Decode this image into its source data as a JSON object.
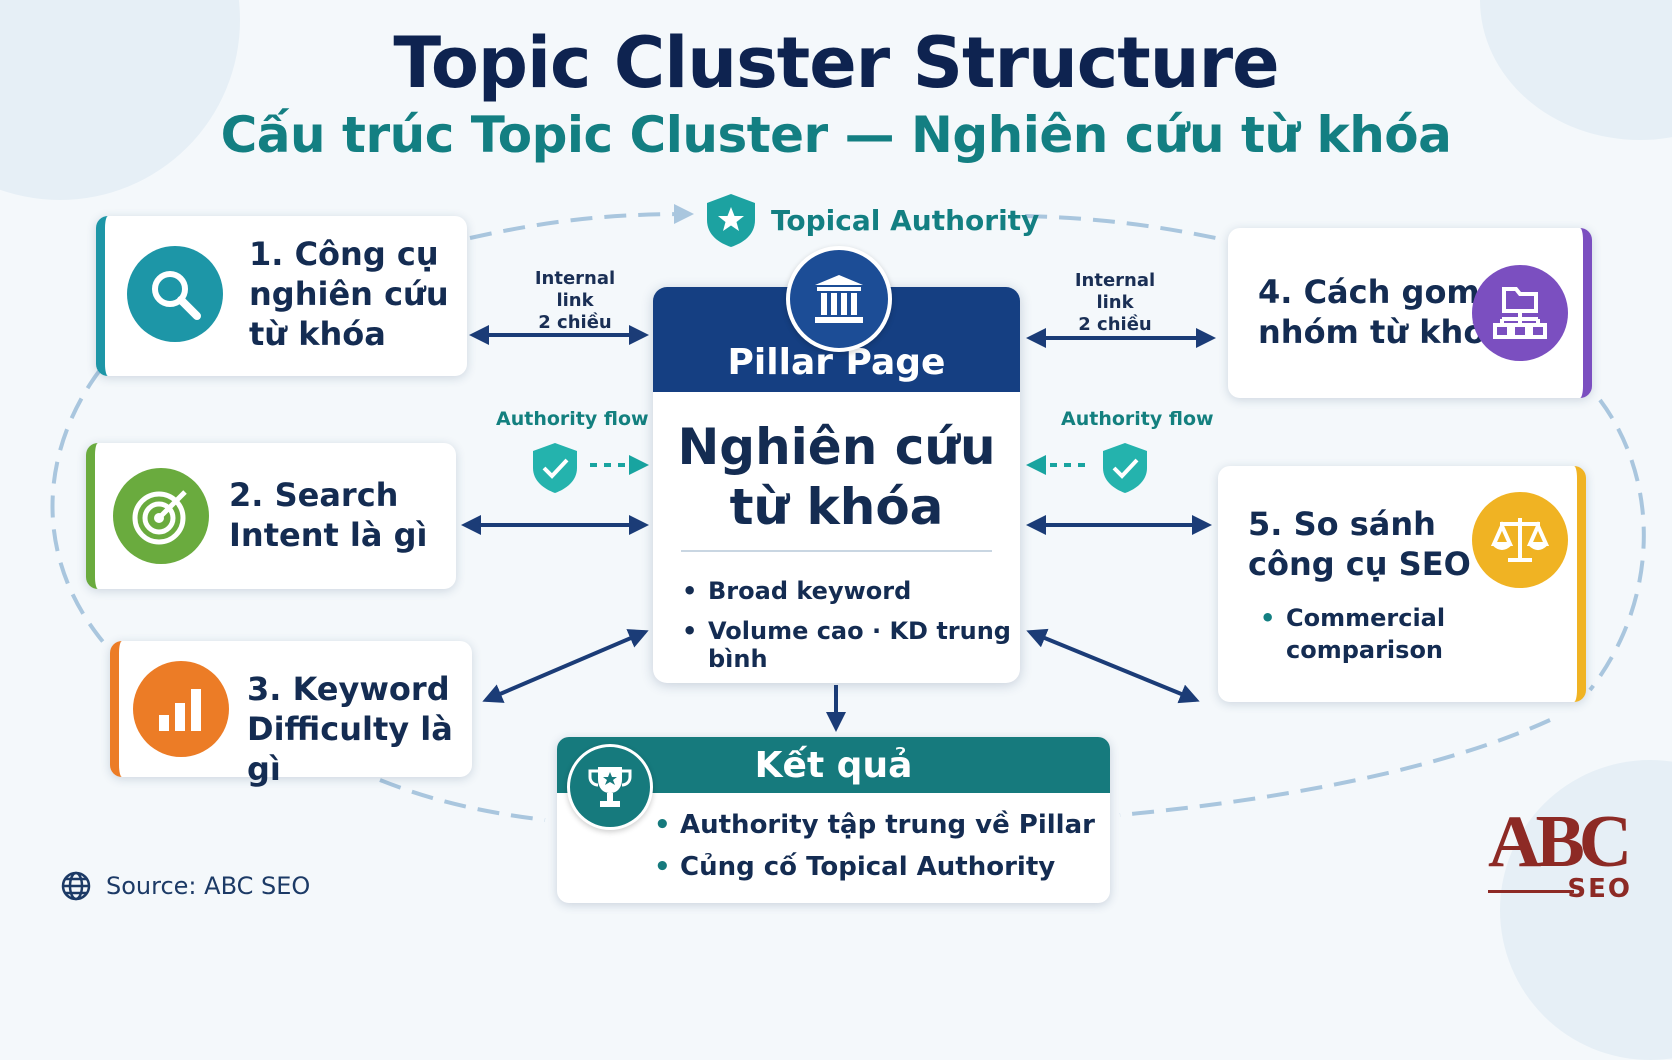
{
  "title": "Topic Cluster Structure",
  "subtitle": "Cấu trúc Topic Cluster — Nghiên cứu từ khóa",
  "topical_authority": "Topical Authority",
  "pillar": {
    "header": "Pillar Page",
    "main": "Nghiên cứu\ntừ khóa",
    "bullets": [
      "Broad keyword",
      "Volume cao · KD trung bình"
    ]
  },
  "clusters": [
    {
      "title": "1. Công cụ\nnghiên cứu\ntừ khóa",
      "color": "#1d96a7",
      "icon": "magnifier-icon"
    },
    {
      "title": "2. Search\nIntent là gì",
      "color": "#6aab3e",
      "icon": "target-icon"
    },
    {
      "title": "3. Keyword\nDifficulty là gì",
      "color": "#ec7c26",
      "icon": "bar-chart-icon"
    },
    {
      "title": "4. Cách gom\nnhóm từ khóa",
      "color": "#7b4fc0",
      "icon": "folder-tree-icon"
    },
    {
      "title": "5. So sánh\ncông cụ SEO",
      "color": "#f0b323",
      "icon": "scales-icon",
      "bullet": "Commercial\ncomparison"
    }
  ],
  "labels": {
    "internal_link_left": "Internal link\n2 chiều",
    "internal_link_right": "Internal link\n2 chiều",
    "authority_flow_left": "Authority flow",
    "authority_flow_right": "Authority flow"
  },
  "result": {
    "title": "Kết quả",
    "bullets": [
      "Authority tập trung về Pillar",
      "Củng cố Topical Authority"
    ]
  },
  "source": "Source: ABC SEO",
  "logo": {
    "main": "ABC",
    "sub": "SEO"
  }
}
